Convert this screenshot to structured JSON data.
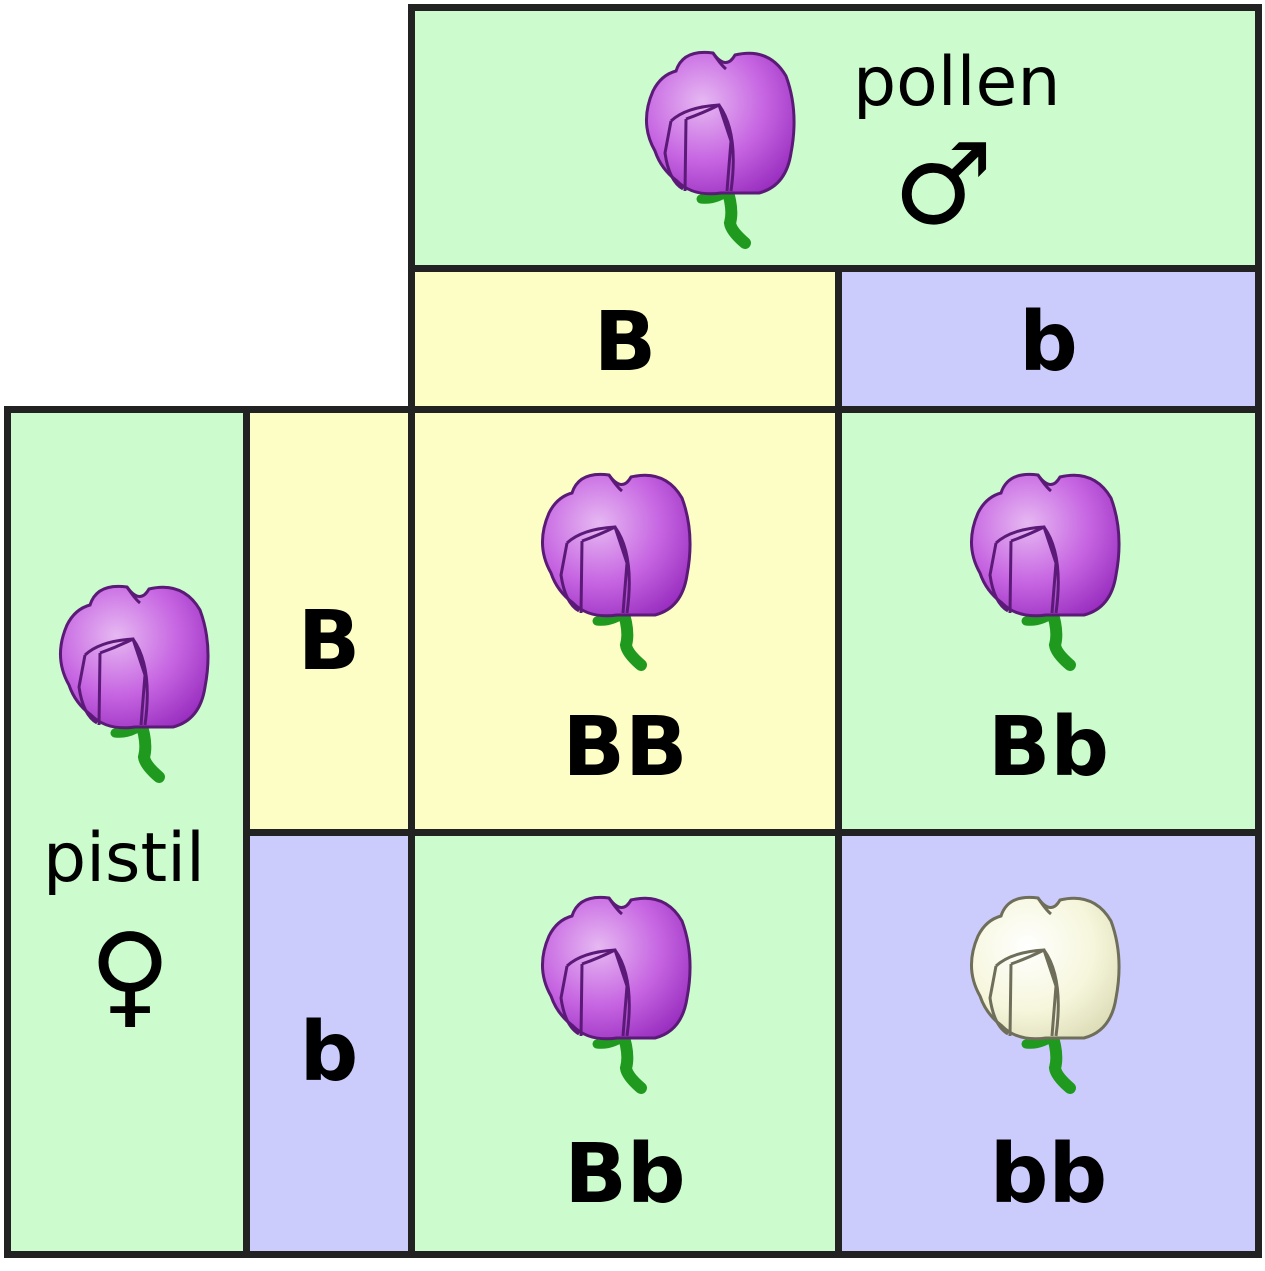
{
  "header": {
    "pollen_label": "pollen",
    "male_symbol": "♂",
    "flower": "purple-flower-icon"
  },
  "side": {
    "pistil_label": "pistil",
    "female_symbol": "♀",
    "flower": "purple-flower-icon"
  },
  "pollen_alleles": [
    "B",
    "b"
  ],
  "pistil_alleles": [
    "B",
    "b"
  ],
  "offspring": [
    {
      "genotype": "BB",
      "flower_color": "purple"
    },
    {
      "genotype": "Bb",
      "flower_color": "purple"
    },
    {
      "genotype": "Bb",
      "flower_color": "purple"
    },
    {
      "genotype": "bb",
      "flower_color": "white"
    }
  ],
  "colors": {
    "green": "#ccfbcd",
    "yellow": "#fdfdc6",
    "blue": "#ccccfc",
    "purple_petal": "#c55fe0",
    "white_petal": "#fafae6",
    "stem": "#22aa22",
    "border": "#222222"
  }
}
